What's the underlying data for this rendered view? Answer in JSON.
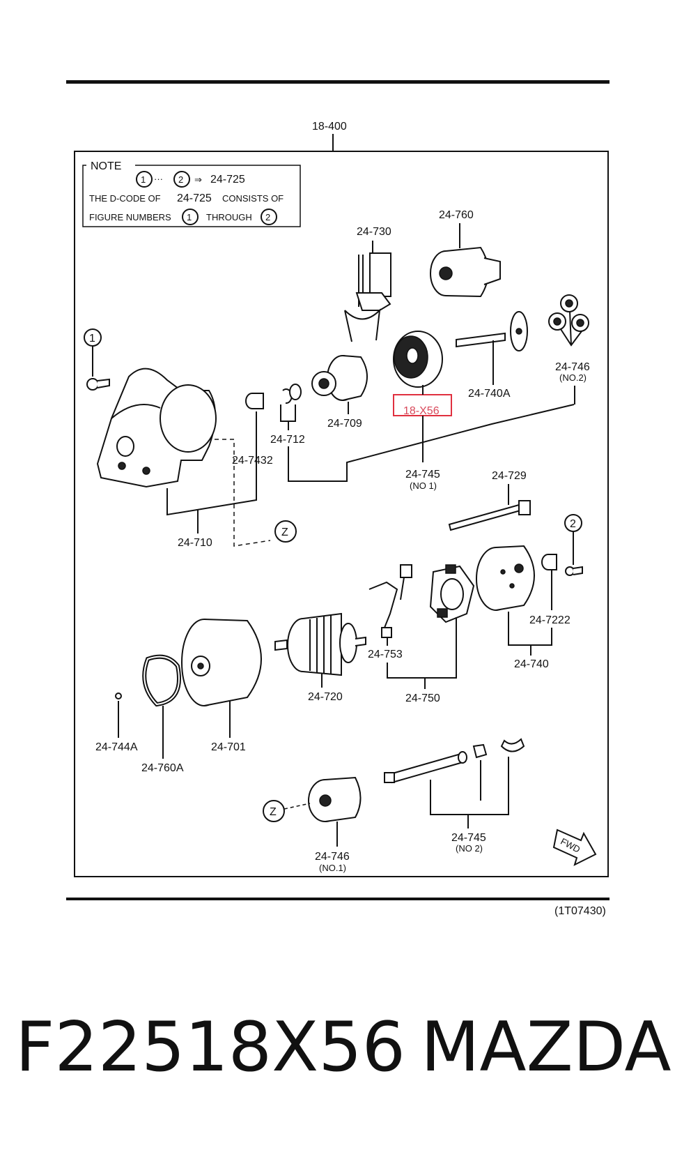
{
  "header_ref": "18-400",
  "note": {
    "title": "NOTE",
    "line1_from": "1",
    "line1_to": "2",
    "line1_code": "24-725",
    "line2": "THE D-CODE OF",
    "line2_code": "24-725",
    "line2_end": "CONSISTS OF",
    "line3_start": "FIGURE NUMBERS",
    "line3_from": "1",
    "line3_mid": "THROUGH",
    "line3_to": "2"
  },
  "labels": {
    "p24_730": "24-730",
    "p24_760": "24-760",
    "p24_746_no2": "24-746",
    "p24_746_no2_sub": "(NO.2)",
    "p24_740a": "24-740A",
    "p24_709": "24-709",
    "p24_712": "24-712",
    "p24_7432": "24-7432",
    "p24_745_no1": "24-745",
    "p24_745_no1_sub": "(NO 1)",
    "p24_729": "24-729",
    "p24_710": "24-710",
    "p24_7222": "24-7222",
    "p24_740": "24-740",
    "p24_753": "24-753",
    "p24_720": "24-720",
    "p24_750": "24-750",
    "p24_744a": "24-744A",
    "p24_701": "24-701",
    "p24_760a": "24-760A",
    "p24_745_no2": "24-745",
    "p24_745_no2_sub": "(NO 2)",
    "p24_746_no1": "24-746",
    "p24_746_no1_sub": "(NO.1)",
    "callout_1": "1",
    "callout_2": "2",
    "callout_z_top": "Z",
    "callout_z_bottom": "Z",
    "fwd": "FWD"
  },
  "highlight": {
    "code": "18-X56",
    "color": "#e0303f"
  },
  "figure_code": "(1T07430)",
  "footer": {
    "part_number": "F22518X56",
    "brand": "MAZDA"
  }
}
